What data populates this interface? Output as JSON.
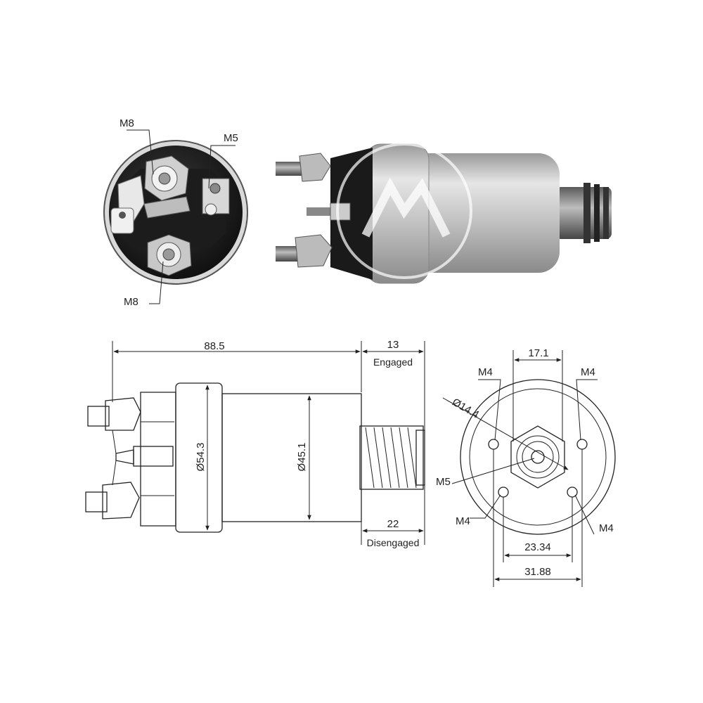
{
  "photo_top": {
    "labels": {
      "m8_upper": "M8",
      "m5": "M5",
      "m8_lower": "M8"
    }
  },
  "side_drawing": {
    "length": "88.5",
    "stroke_engaged_value": "13",
    "stroke_engaged_label": "Engaged",
    "stroke_disengaged_value": "22",
    "stroke_disengaged_label": "Disengaged",
    "flange_diameter": "Ø54.3",
    "body_diameter": "Ø45.1"
  },
  "end_drawing": {
    "top_spacing": "17.1",
    "center_diameter": "Ø14.4",
    "m4_top_left": "M4",
    "m4_top_right": "M4",
    "m5": "M5",
    "m4_bottom_left": "M4",
    "m4_bottom_right": "M4",
    "inner_spacing": "23.34",
    "outer_spacing": "31.88"
  },
  "colors": {
    "ink": "#222222",
    "body_metal": "#c8c8c8",
    "dark_cap": "#2a2a2a"
  }
}
